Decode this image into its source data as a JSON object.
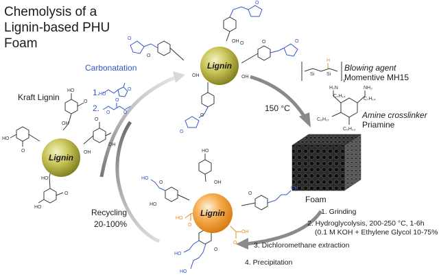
{
  "title": [
    "Chemolysis of a",
    "Lignin-based PHU",
    "Foam"
  ],
  "kraft_lignin_label": "Kraft Lignin",
  "core_label": "Lignin",
  "carbonatation": {
    "label": "Carbonatation",
    "step1": "1.",
    "step2": "2."
  },
  "blowing_agent": {
    "label": "Blowing agent",
    "product": "Momentive MH15"
  },
  "amine_crosslinker": {
    "label": "Amine crosslinker",
    "product": "Priamine"
  },
  "temperature": "150 °C",
  "foam_label": "Foam",
  "recycling": [
    "Recycling",
    "20-100%"
  ],
  "steps": [
    "1. Grinding",
    "2. Hydroglycolysis, 200-250 °C, 1-6h",
    "(0.1 M KOH + Ethylene Glycol 10-75% v/v)",
    "3. Dichloromethane extraction",
    "4. Precipitation"
  ],
  "colors": {
    "carbonate_blue": "#2f55c7",
    "acid_orange": "#e58a1f",
    "lignin_olive": "#9a9a2c",
    "lignin_orange": "#f39a2c",
    "arrow_gray": "#8a8a8a"
  }
}
